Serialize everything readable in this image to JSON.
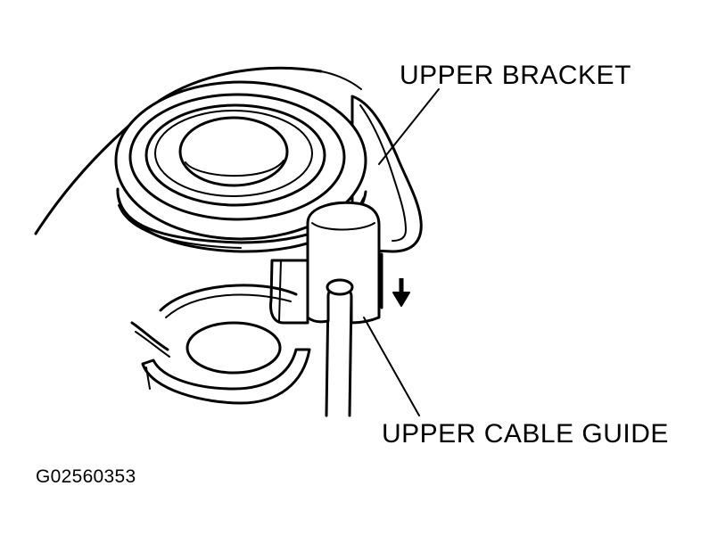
{
  "labels": {
    "upper_bracket": "UPPER BRACKET",
    "upper_cable_guide": "UPPER CABLE GUIDE",
    "figure_code": "G02560353"
  },
  "colors": {
    "ink": "#000000",
    "paper": "#ffffff"
  }
}
